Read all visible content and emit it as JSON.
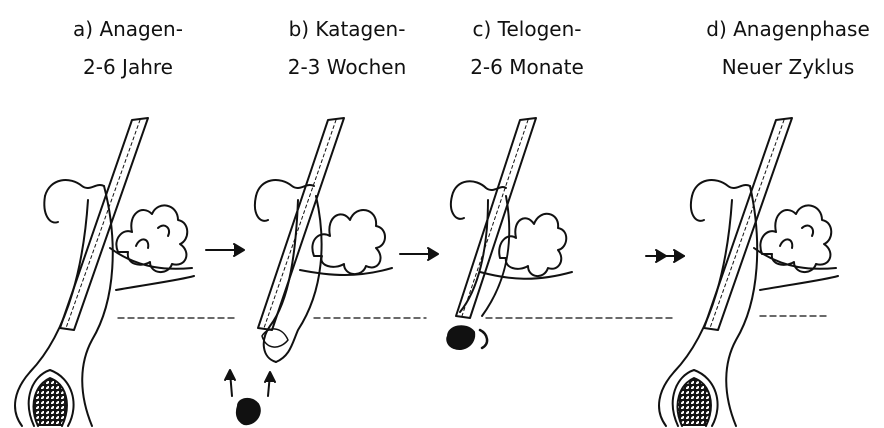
{
  "stages": [
    {
      "title": "a) Anagen-",
      "subtitle": "2-6 Jahre"
    },
    {
      "title": "b) Katagen-",
      "subtitle": "2-3 Wochen"
    },
    {
      "title": "c) Telogen-",
      "subtitle": "2-6 Monate"
    },
    {
      "title": "d) Anagenphase",
      "subtitle": "Neuer Zyklus"
    }
  ],
  "colors": {
    "ink": "#111111",
    "background": "#ffffff"
  }
}
